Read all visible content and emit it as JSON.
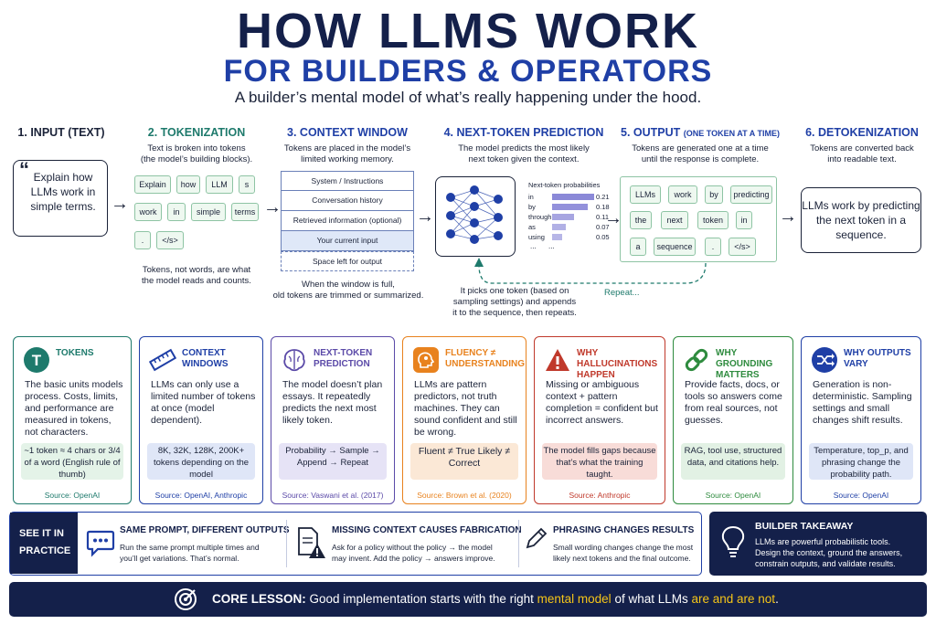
{
  "header": {
    "title": "HOW LLMS WORK",
    "subtitle": "FOR BUILDERS & OPERATORS",
    "tagline": "A builder’s mental model of what’s really happening under the hood."
  },
  "steps": {
    "input": {
      "title": "1. INPUT (TEXT)",
      "bubble": "Explain how LLMs work in simple terms."
    },
    "tokenization": {
      "title": "2. TOKENIZATION",
      "desc_line1": "Text is broken into tokens",
      "desc_line2": "(the model’s building blocks).",
      "tokens": [
        "Explain",
        "how",
        "LLM",
        "s",
        "work",
        "in",
        "simple",
        "terms",
        ".",
        "</s>"
      ],
      "note_line1": "Tokens, not words, are what",
      "note_line2": "the model reads and counts."
    },
    "context": {
      "title": "3. CONTEXT WINDOW",
      "desc_line1": "Tokens are placed in the model’s",
      "desc_line2": "limited working memory.",
      "rows": [
        "System / Instructions",
        "Conversation history",
        "Retrieved information (optional)",
        "Your current input",
        "Space left for output"
      ],
      "note_line1": "When the window is full,",
      "note_line2": "old tokens are trimmed or summarized."
    },
    "prediction": {
      "title": "4. NEXT-TOKEN PREDICTION",
      "desc_line1": "The model predicts the most likely",
      "desc_line2": "next token given the context.",
      "probs_title": "Next-token probabilities",
      "probs": [
        {
          "token": "in",
          "value": 0.21,
          "label": "0.21"
        },
        {
          "token": "by",
          "value": 0.18,
          "label": "0.18"
        },
        {
          "token": "through",
          "value": 0.11,
          "label": "0.11"
        },
        {
          "token": "as",
          "value": 0.07,
          "label": "0.07"
        },
        {
          "token": "using",
          "value": 0.05,
          "label": "0.05"
        }
      ],
      "ellipsis": "...",
      "note_line1": "It picks one token (based on",
      "note_line2": "sampling settings) and appends",
      "note_line3": "it to the sequence, then repeats."
    },
    "output": {
      "title": "5. OUTPUT",
      "title_small": "(ONE TOKEN AT A TIME)",
      "desc_line1": "Tokens are generated one at a time",
      "desc_line2": "until the response is complete.",
      "tokens": [
        "LLMs",
        "work",
        "by",
        "predicting",
        "the",
        "next",
        "token",
        "in",
        "a",
        "sequence",
        ".",
        "</s>"
      ],
      "repeat": "Repeat..."
    },
    "detok": {
      "title": "6. DETOKENIZATION",
      "desc_line1": "Tokens are converted back",
      "desc_line2": "into readable text.",
      "final": "LLMs work by predicting the next token in a sequence."
    }
  },
  "cards": [
    {
      "title": "TOKENS",
      "body": "The basic units models process. Costs, limits, and performance are measured in tokens, not characters.",
      "highlight": "~1 token ≈ 4 chars or 3/4 of a word (English rule of thumb)",
      "source": "Source: OpenAI",
      "color": "#1e7a6c"
    },
    {
      "title": "CONTEXT WINDOWS",
      "body": "LLMs can only use a limited number of tokens at once (model dependent).",
      "highlight": "8K, 32K, 128K, 200K+ tokens depending on the model",
      "source": "Source: OpenAI, Anthropic",
      "color": "#1f3fa6"
    },
    {
      "title": "NEXT-TOKEN PREDICTION",
      "body": "The model doesn’t plan essays. It repeatedly predicts the next most likely token.",
      "highlight": "Probability → Sample → Append → Repeat",
      "source": "Source: Vaswani et al. (2017)",
      "color": "#5b4aa8"
    },
    {
      "title": "FLUENCY ≠ UNDERSTANDING",
      "body": "LLMs are pattern predictors, not truth machines. They can sound confident and still be wrong.",
      "highlight": "Fluent ≠ True Likely ≠ Correct",
      "source": "Source: Brown et al. (2020)",
      "color": "#e8821e"
    },
    {
      "title": "WHY HALLUCINATIONS HAPPEN",
      "body": "Missing or ambiguous context + pattern completion = confident but incorrect answers.",
      "highlight": "The model fills gaps because that’s what the training taught.",
      "source": "Source: Anthropic",
      "color": "#c0392b"
    },
    {
      "title": "WHY GROUNDING MATTERS",
      "body": "Provide facts, docs, or tools so answers come from real sources, not guesses.",
      "highlight": "RAG, tool use, structured data, and citations help.",
      "source": "Source: OpenAI",
      "color": "#2e8b3e"
    },
    {
      "title": "WHY OUTPUTS VARY",
      "body": "Generation is non-deterministic. Sampling settings and small changes shift results.",
      "highlight": "Temperature, top_p, and phrasing change the probability path.",
      "source": "Source: OpenAI",
      "color": "#1f3fa6"
    }
  ],
  "practice": {
    "label_line1": "SEE IT IN",
    "label_line2": "PRACTICE",
    "items": [
      {
        "title": "SAME PROMPT, DIFFERENT OUTPUTS",
        "body_line1": "Run the same prompt multiple times and",
        "body_line2": "you’ll get variations. That’s normal."
      },
      {
        "title": "MISSING CONTEXT CAUSES FABRICATION",
        "body_line1": "Ask for a policy without the policy → the model",
        "body_line2": "may invent. Add the policy → answers improve."
      },
      {
        "title": "PHRASING CHANGES RESULTS",
        "body_line1": "Small wording changes change the most",
        "body_line2": "likely next tokens and the final outcome."
      }
    ]
  },
  "takeaway": {
    "title": "BUILDER TAKEAWAY",
    "line1": "LLMs are powerful probabilistic tools.",
    "line2": "Design the context, ground the answers,",
    "line3": "constrain outputs, and validate results."
  },
  "lesson": {
    "prefix": "CORE LESSON:",
    "text": " Good implementation starts with the right ",
    "hl1": "mental model",
    "mid": " of what LLMs ",
    "hl2": "are and are not",
    "end": "."
  },
  "colors": {
    "navy": "#14204a",
    "blue": "#1f3fa6",
    "teal": "#1e7a6c",
    "yellow": "#f5c518"
  }
}
